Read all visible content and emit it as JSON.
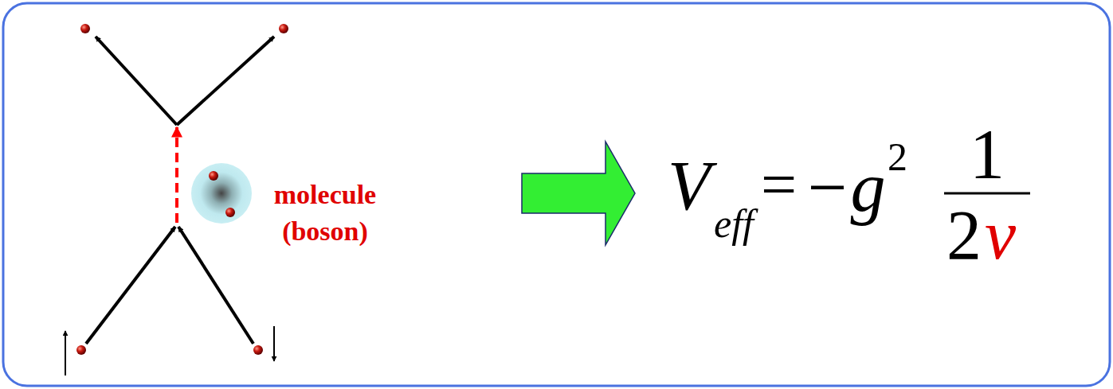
{
  "diagram": {
    "labels": [
      "molecule (boson)",
      "V",
      "eff",
      "=",
      "−g",
      "2",
      "1",
      "2",
      "ν"
    ]
  }
}
